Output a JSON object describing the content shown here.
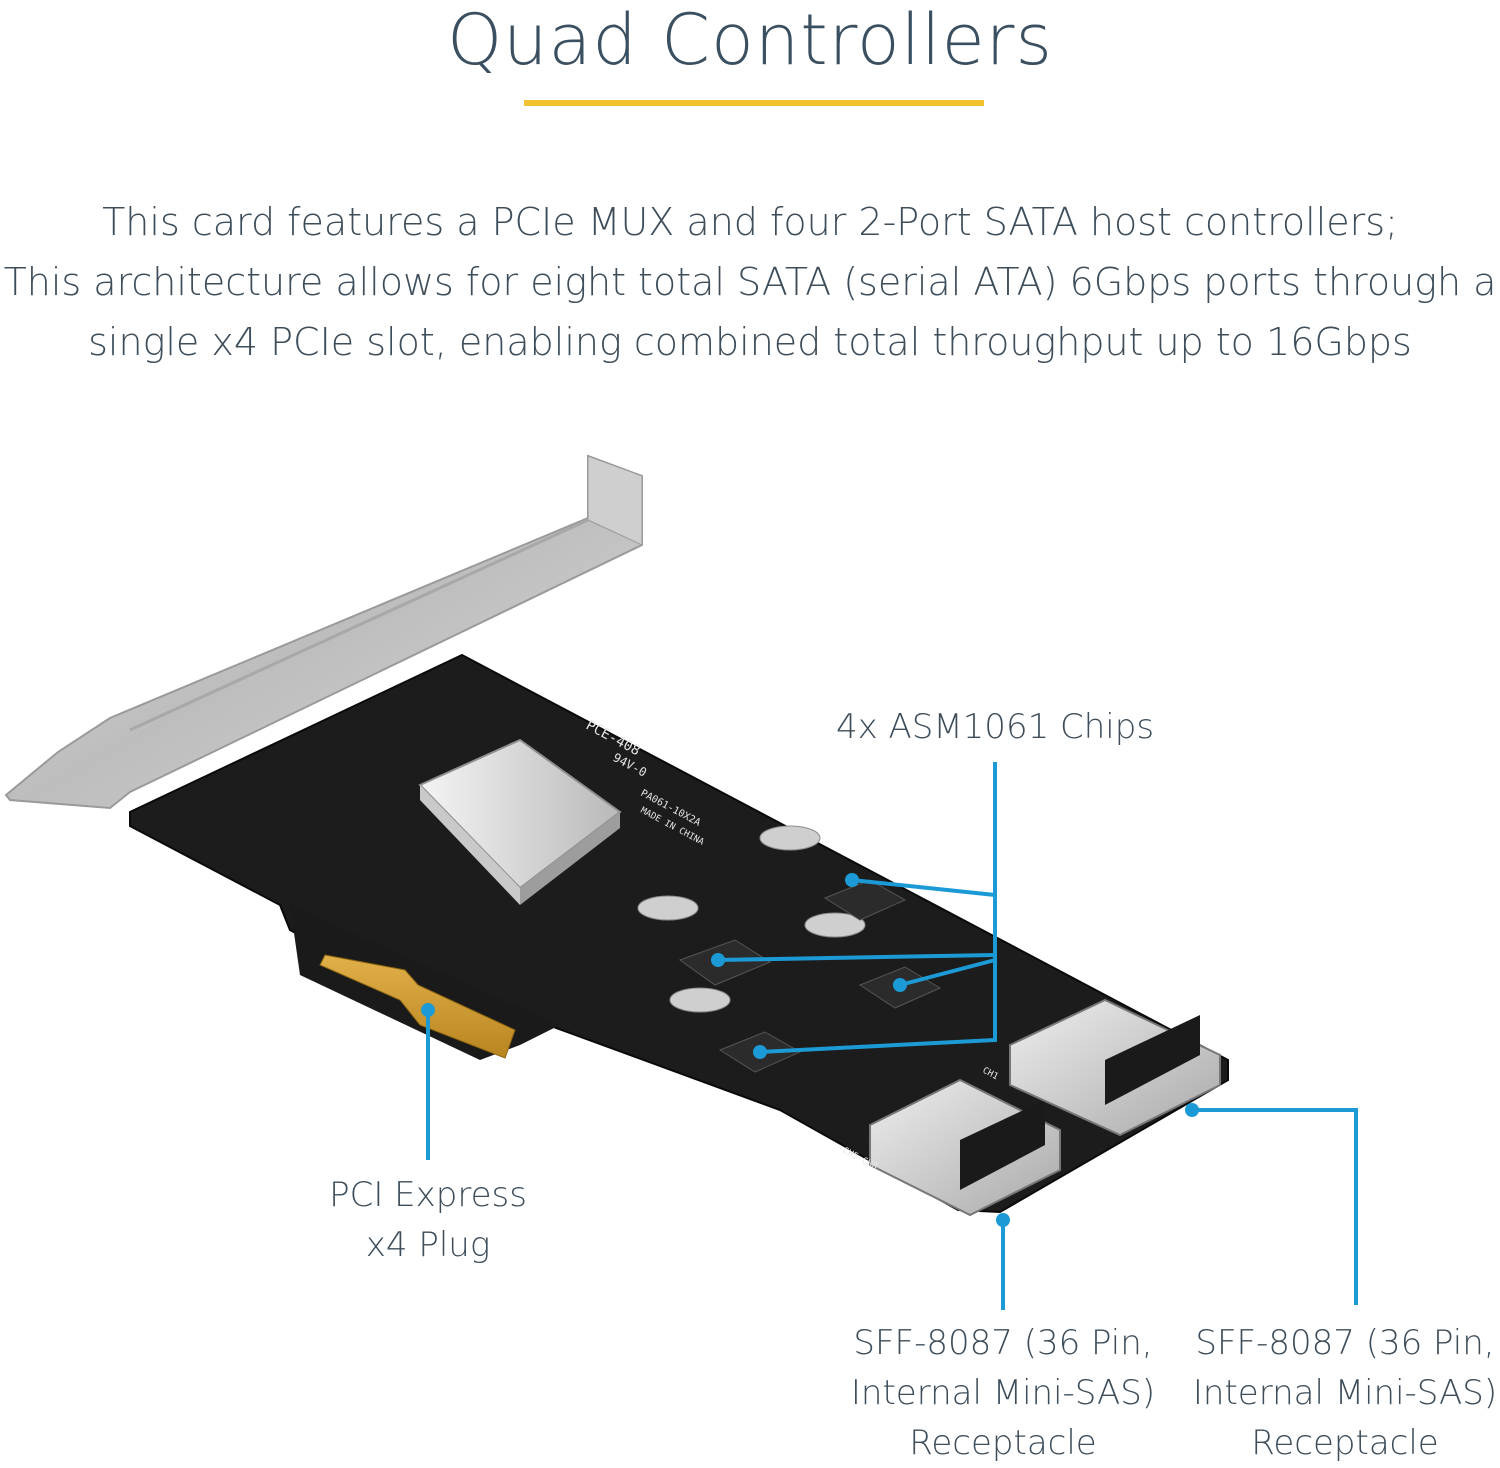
{
  "title": "Quad Controllers",
  "accent_color": "#f2c230",
  "callout_color": "#1b9ad6",
  "description": {
    "line1": "This card features a PCIe MUX and four 2-Port SATA host controllers;",
    "line2": "This architecture allows for eight total SATA (serial ATA) 6Gbps ports through a",
    "line3": "single x4 PCIe slot, enabling combined total throughput up to 16Gbps"
  },
  "callouts": {
    "chips": "4x ASM1061 Chips",
    "pcie": {
      "line1": "PCI Express",
      "line2": "x4 Plug"
    },
    "port_left": {
      "line1": "SFF-8087 (36 Pin,",
      "line2": "Internal Mini-SAS)",
      "line3": "Receptacle"
    },
    "port_right": {
      "line1": "SFF-8087 (36 Pin,",
      "line2": "Internal Mini-SAS)",
      "line3": "Receptacle"
    }
  },
  "board_markings": {
    "model": "PCE-408",
    "rating": "94V-0",
    "pn": "PA061-10X2A",
    "origin": "MADE IN CHINA",
    "ch_top": "CH1",
    "ch_bottom": "CH5-CH8"
  }
}
